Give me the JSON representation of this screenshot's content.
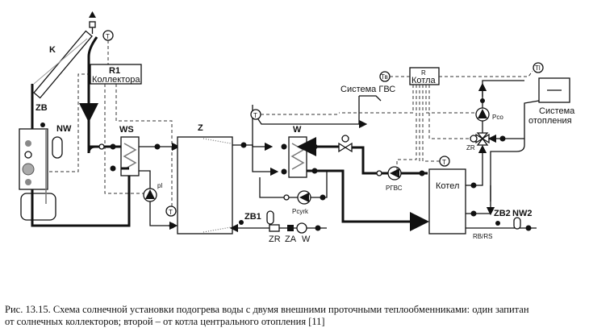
{
  "diagram": {
    "collector_label": "K",
    "controller_collector": {
      "title": "R1",
      "subtitle": "Коллектора"
    },
    "controller_boiler": {
      "title": "R",
      "subtitle": "Котла"
    },
    "solar_station": {
      "safety_valve": "ZB",
      "expansion_vessel": "NW"
    },
    "solar_exchanger": "WS",
    "solar_pump": "pl",
    "storage_tank": "Z",
    "dhw_exchanger": "W",
    "circulation_pump": "Pcyrk",
    "dhw_system": "Система ГВС",
    "dhw_pump": "PГВС",
    "boiler": "Котел",
    "heating_pump": "Pco",
    "mixing_valve": "ZR",
    "heating_system": [
      "Система",
      "отопления"
    ],
    "cold_water_inlet": {
      "safety_valve": "ZB1",
      "reducer": "ZR",
      "check_valve": "ZA",
      "meter": "W"
    },
    "boiler_return": {
      "safety_valve": "ZB2",
      "expansion_vessel": "NW2",
      "drain": "RB/RS"
    },
    "sensors": {
      "temp": "T",
      "dhw_temp": "Тв",
      "outdoor_temp": "Тl"
    }
  },
  "caption": {
    "line1": "Рис. 13.15. Схема солнечной установки подогрева воды с двумя внешними проточными теплообменниками: один запитан",
    "line2": "от солнечных коллекторов; второй – от котла центрального отопления [11]"
  }
}
